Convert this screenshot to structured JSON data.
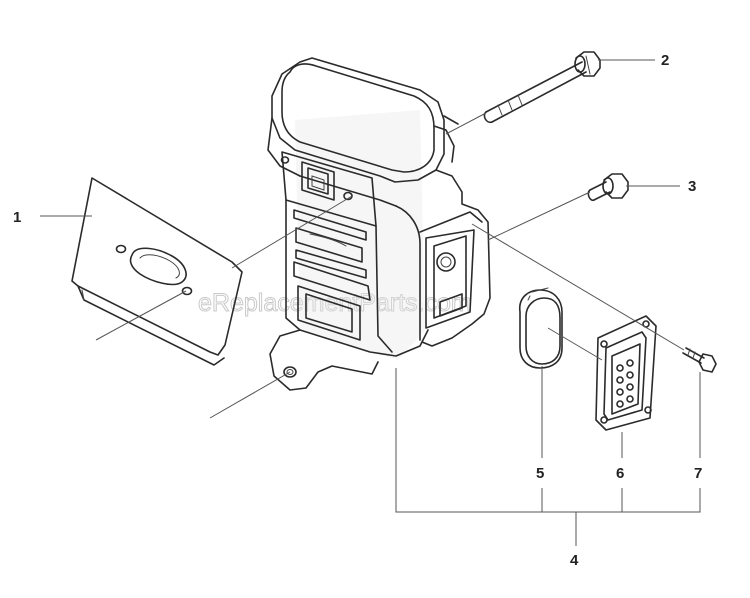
{
  "watermark": "eReplacementParts.com",
  "callouts": [
    {
      "id": "1",
      "label": "1"
    },
    {
      "id": "2",
      "label": "2"
    },
    {
      "id": "3",
      "label": "3"
    },
    {
      "id": "4",
      "label": "4"
    },
    {
      "id": "5",
      "label": "5"
    },
    {
      "id": "6",
      "label": "6"
    },
    {
      "id": "7",
      "label": "7"
    }
  ]
}
